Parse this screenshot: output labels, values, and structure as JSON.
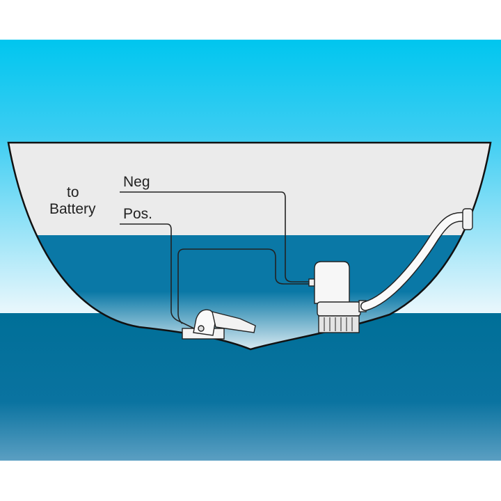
{
  "labels": {
    "to": "to",
    "battery": "Battery",
    "neg": "Neg",
    "pos": "Pos."
  },
  "colors": {
    "sky_top": "#00c6ef",
    "sky_bottom": "#e6f6fc",
    "sea_top": "#006f98",
    "sea_bottom": "#5b9fc2",
    "hull_interior": "#ebebeb",
    "bilge_water": "#0a78a6"
  }
}
